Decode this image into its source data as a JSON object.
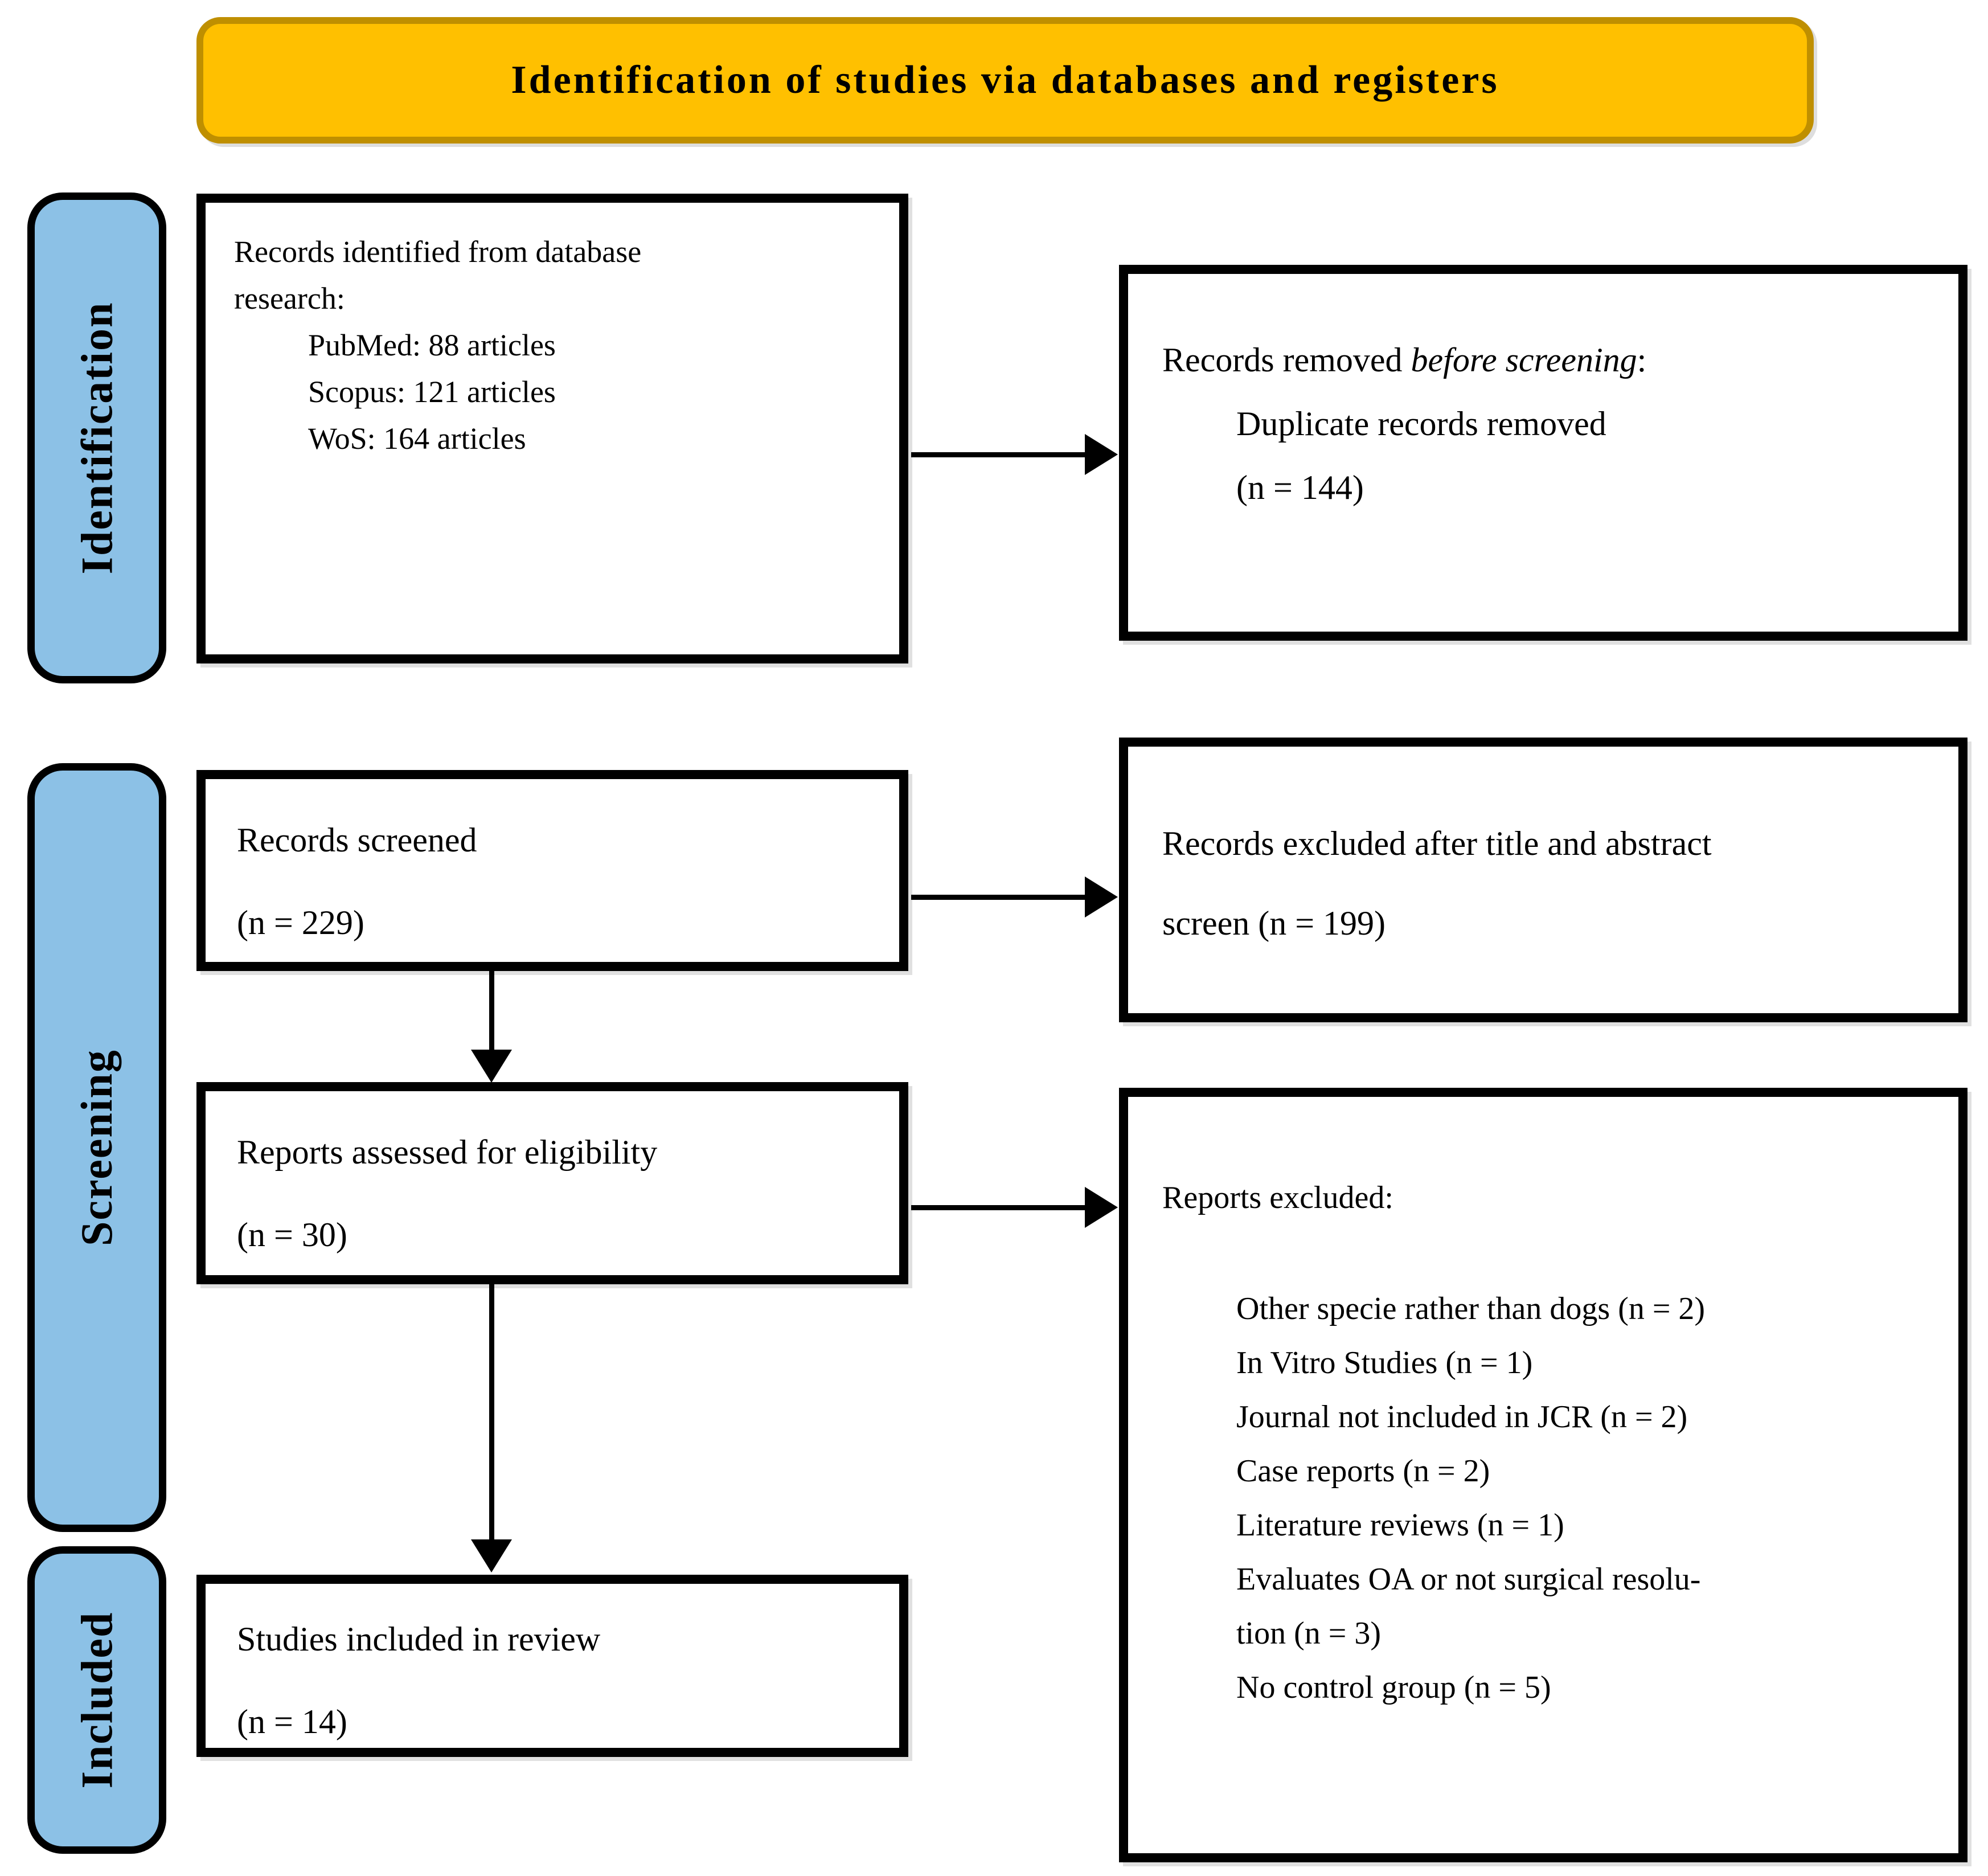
{
  "banner": {
    "title": "Identification of studies via databases and registers"
  },
  "stages": {
    "identification": "Identification",
    "screening": "Screening",
    "included": "Included"
  },
  "boxes": {
    "records_identified": {
      "line1": "Records identified from database",
      "line2": "research:",
      "item1": "PubMed: 88 articles",
      "item2": "Scopus: 121 articles",
      "item3": "WoS: 164 articles"
    },
    "records_removed": {
      "line1_prefix": "Records removed ",
      "line1_italic": "before screening",
      "line1_suffix": ":",
      "item1": "Duplicate records removed",
      "item2": "(n = 144)"
    },
    "records_screened": {
      "line1": "Records screened",
      "line2": "(n = 229)"
    },
    "records_excluded_screen": {
      "line1": "Records excluded after title and abstract",
      "line2": "screen (n = 199)"
    },
    "reports_assessed": {
      "line1": "Reports assessed for eligibility",
      "line2": "(n = 30)"
    },
    "reports_excluded": {
      "header": "Reports excluded:",
      "items": [
        "Other specie rather than dogs (n = 2)",
        "In Vitro Studies (n = 1)",
        "Journal not included in JCR (n = 2)",
        "Case reports (n = 2)",
        "Literature reviews (n = 1)",
        "Evaluates OA or not surgical resolu-",
        "tion (n = 3)",
        "No control group (n = 5)"
      ]
    },
    "studies_included": {
      "line1": "Studies included in review",
      "line2": "(n = 14)"
    }
  },
  "colors": {
    "banner_fill": "#FFC000",
    "banner_border": "#BF8F00",
    "stage_fill": "#8CC1E6",
    "box_border": "#000000",
    "arrow": "#000000",
    "text": "#000000"
  }
}
